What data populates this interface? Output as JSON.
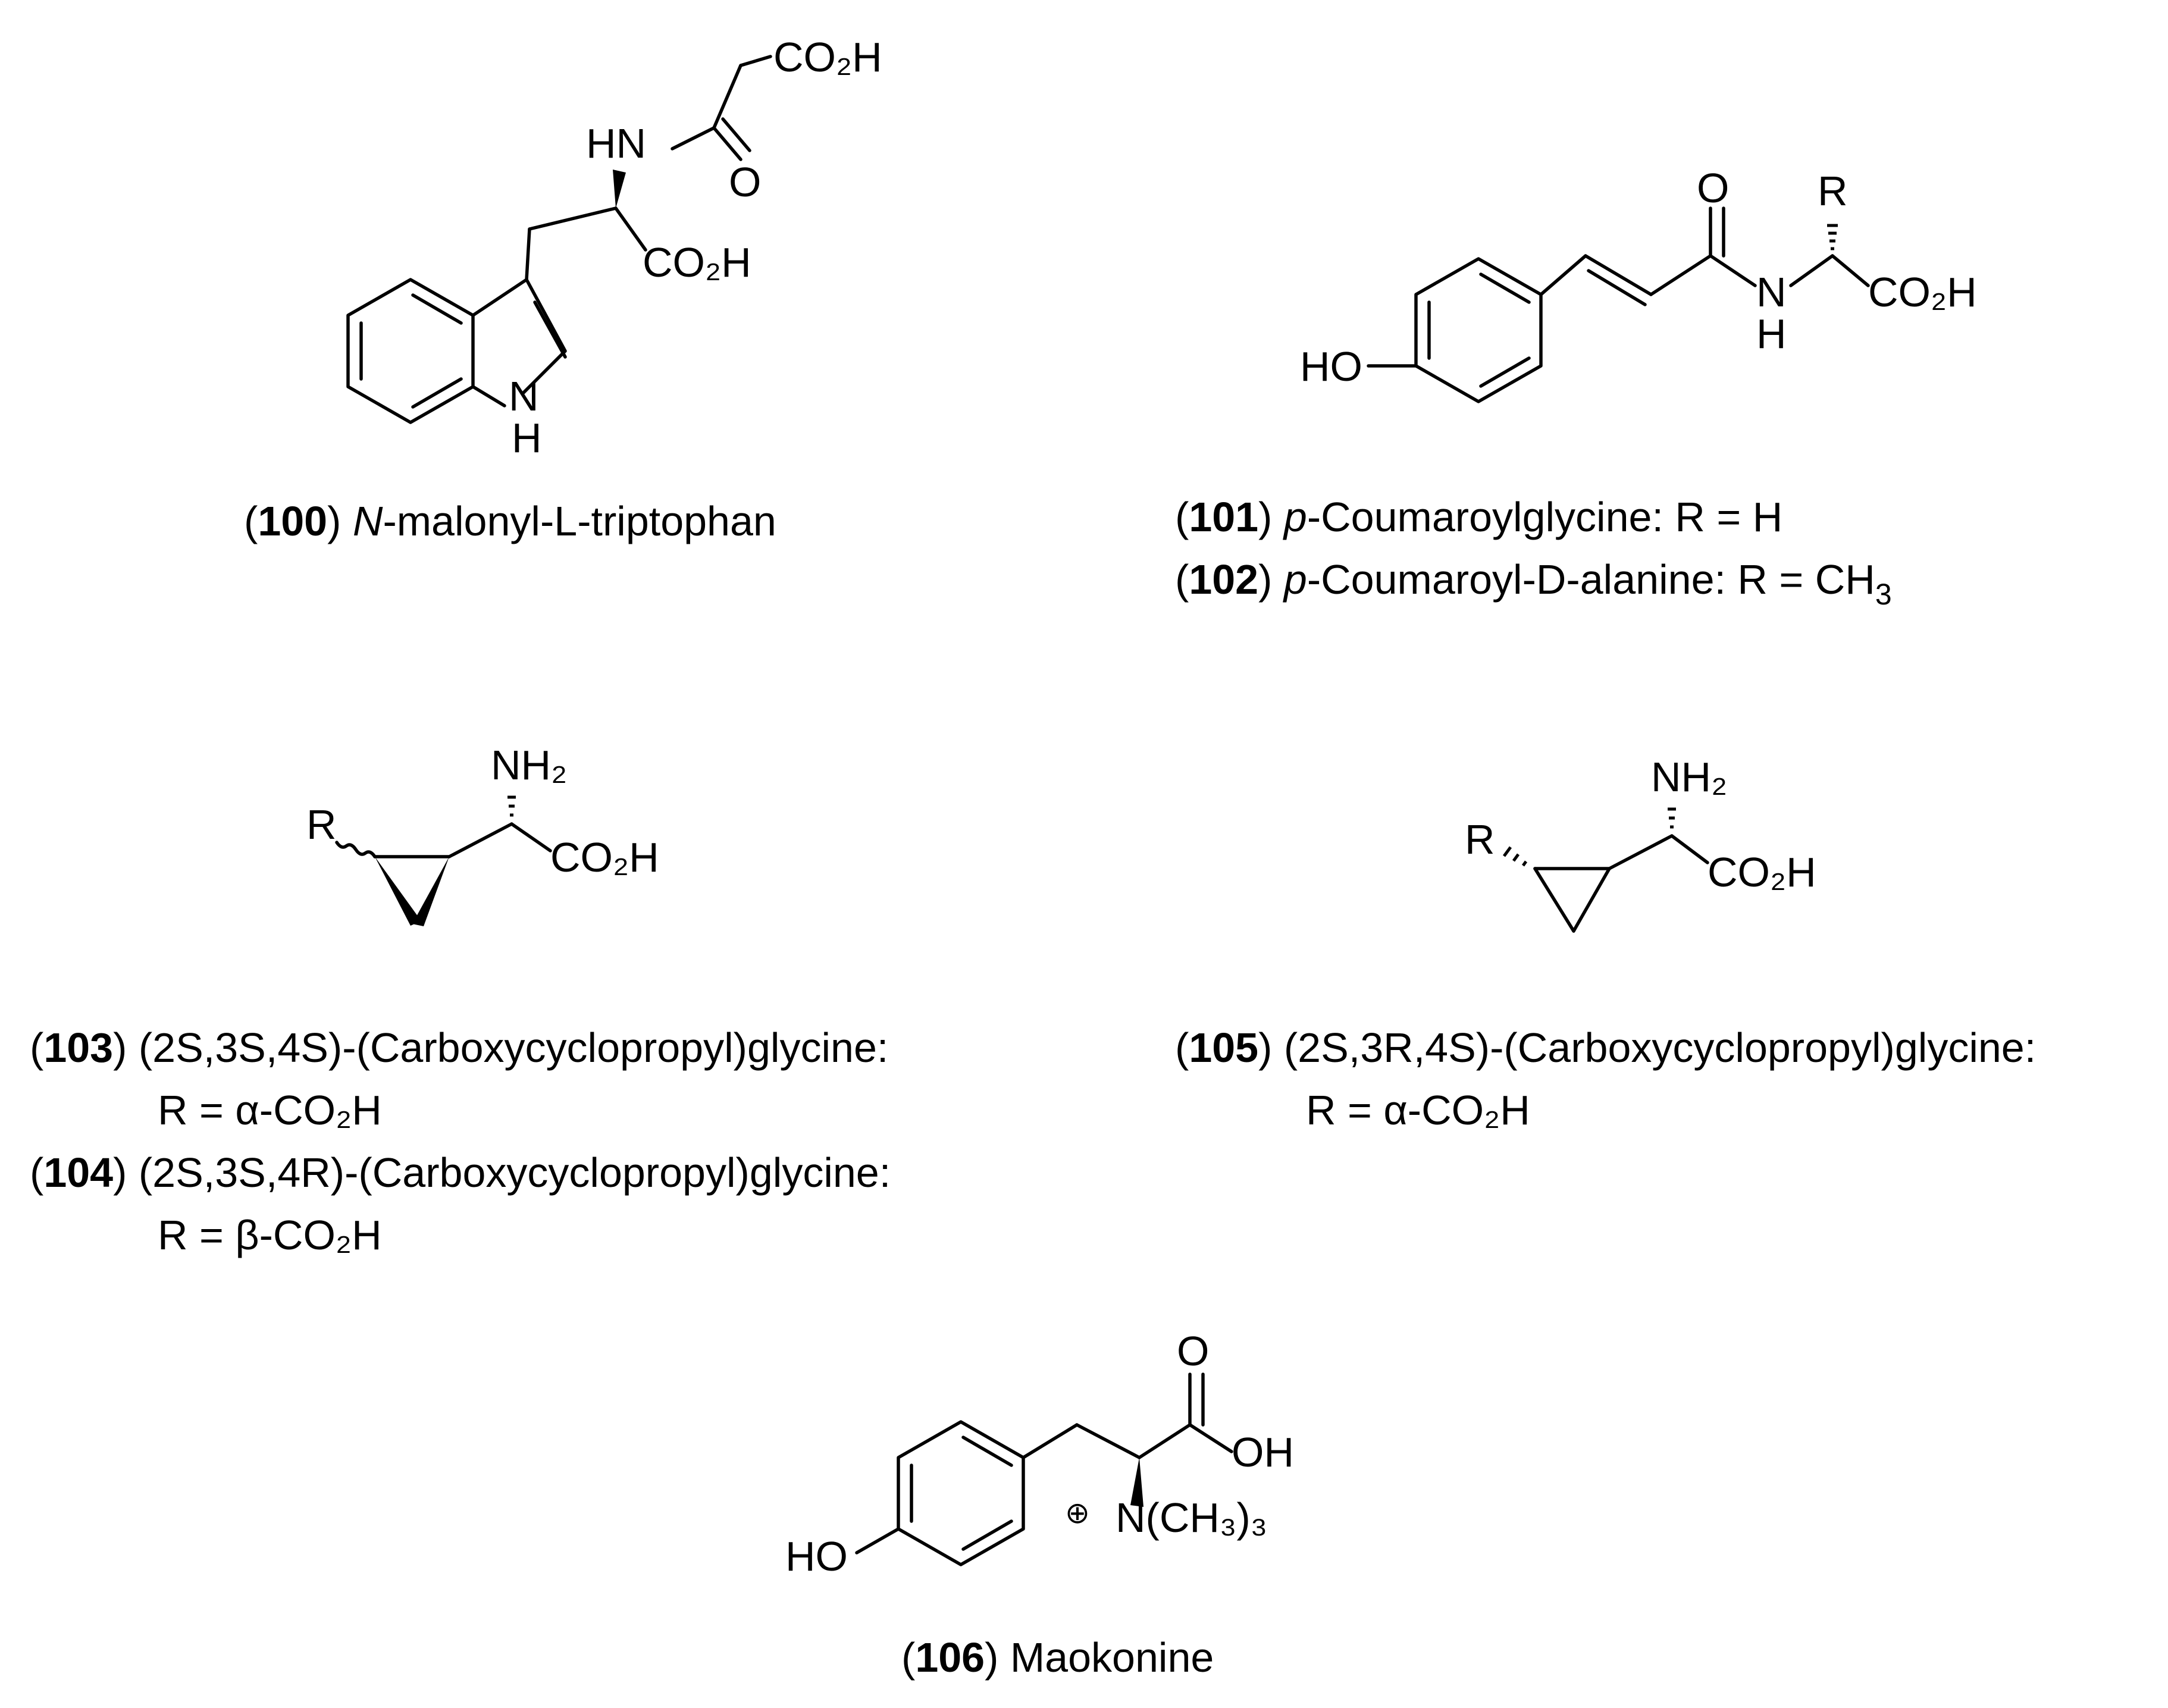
{
  "compounds": {
    "c100": {
      "number": "100",
      "prefix": "N",
      "name": "-malonyl-L-triptophan"
    },
    "c101": {
      "number": "101",
      "prefix": "p",
      "name": "-Coumaroylglycine: R = H"
    },
    "c102": {
      "number": "102",
      "prefix": "p",
      "name": "-Coumaroyl-D-alanine: R = CH",
      "sub": "3"
    },
    "c103": {
      "number": "103",
      "name": "(2S,3S,4S)-(Carboxycyclopropyl)glycine:",
      "r": "R = α-CO₂H"
    },
    "c104": {
      "number": "104",
      "name": "(2S,3S,4R)-(Carboxycyclopropyl)glycine:",
      "r": "R = β-CO₂H"
    },
    "c105": {
      "number": "105",
      "name": "(2S,3R,4S)-(Carboxycyclopropyl)glycine:",
      "r": "R = α-CO₂H"
    },
    "c106": {
      "number": "106",
      "name": "Maokonine"
    }
  },
  "atoms": {
    "co2h": "CO₂H",
    "hn": "HN",
    "n": "N",
    "h": "H",
    "o": "O",
    "ho": "HO",
    "oh": "OH",
    "r": "R",
    "nh2": "NH₂",
    "nme3": "N(CH₃)₃",
    "plus": "⊕"
  }
}
